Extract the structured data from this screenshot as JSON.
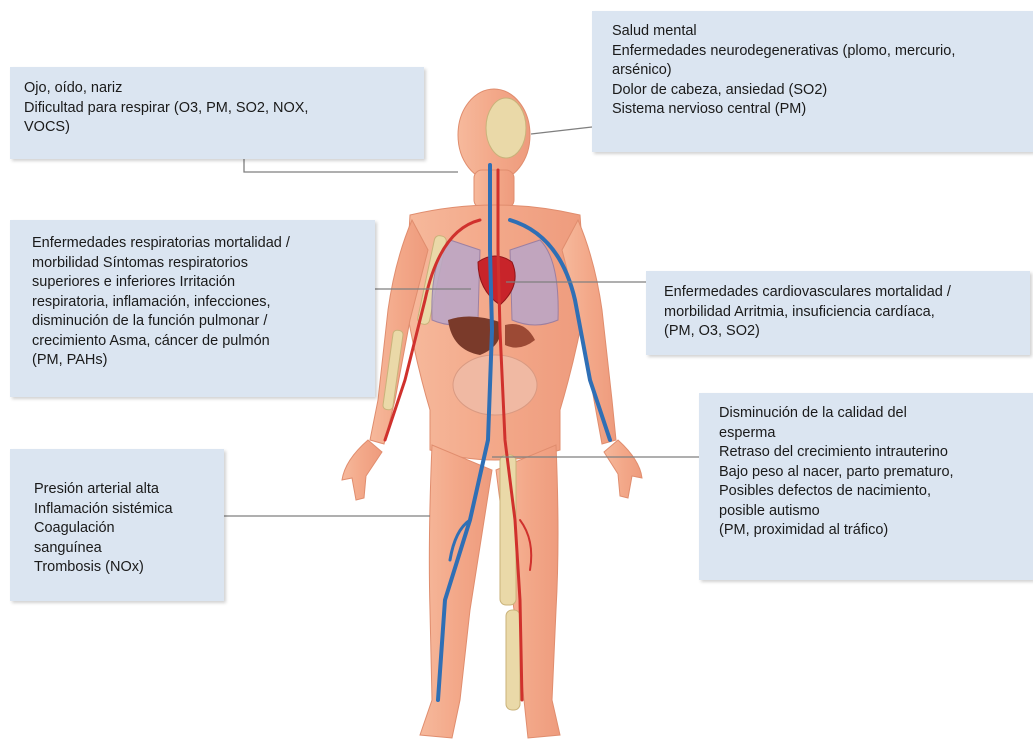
{
  "boxes": {
    "eyes": {
      "lines": [
        "Ojo, oído, nariz",
        "Dificultad para respirar (O3, PM, SO2, NOX,",
        "VOCS)"
      ]
    },
    "brain": {
      "lines": [
        "Salud mental",
        "Enfermedades neurodegenerativas (plomo, mercurio,",
        "arsénico)",
        "Dolor de cabeza, ansiedad (SO2)",
        "Sistema nervioso central (PM)"
      ]
    },
    "lungs": {
      "lines": [
        "Enfermedades respiratorias mortalidad /",
        "morbilidad Síntomas respiratorios",
        "superiores e inferiores Irritación",
        "respiratoria, inflamación, infecciones,",
        "disminución de la función pulmonar /",
        "crecimiento Asma, cáncer de pulmón",
        "(PM, PAHs)"
      ]
    },
    "heart": {
      "lines": [
        "Enfermedades cardiovasculares mortalidad /",
        "morbilidad Arritmia, insuficiencia cardíaca,",
        "(PM, O3, SO2)"
      ]
    },
    "repro": {
      "lines": [
        "Disminución de la calidad del",
        "esperma",
        "Retraso del crecimiento intrauterino",
        "Bajo peso al nacer, parto prematuro,",
        "Posibles defectos de nacimiento,",
        "posible autismo",
        "(PM, proximidad al tráfico)"
      ]
    },
    "blood": {
      "lines": [
        "Presión arterial alta",
        "Inflamación sistémica",
        "Coagulación",
        "sanguínea",
        "Trombosis (NOx)"
      ]
    }
  },
  "colors": {
    "box_bg": "#dbe5f1",
    "connector": "#7f7f7f",
    "skin": "#f2a98a",
    "artery": "#d0312d",
    "vein": "#2f6fb5",
    "bone": "#ead9a8"
  },
  "figure": {
    "description_icon": "human-anatomy-illustration"
  }
}
